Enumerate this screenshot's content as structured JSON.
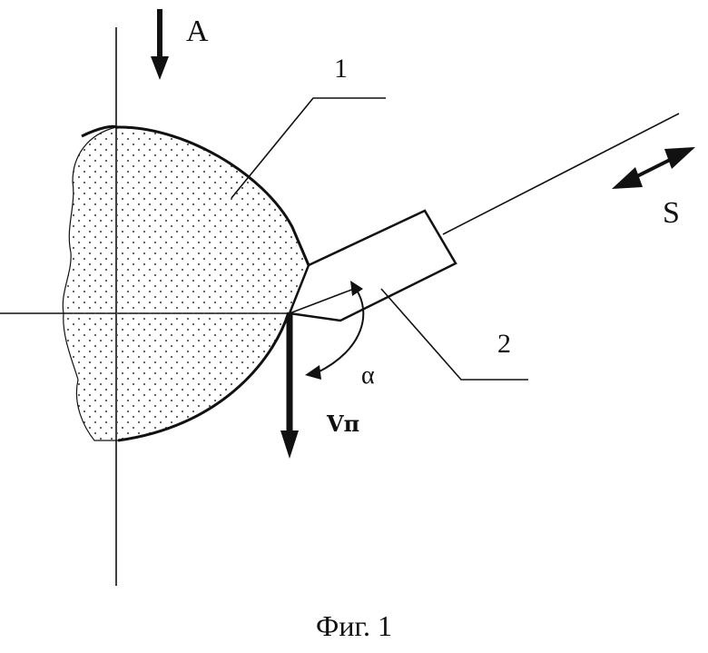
{
  "figure": {
    "caption": "Фиг. 1",
    "labels": {
      "view_arrow": "A",
      "feed_direction": "S",
      "workpiece_number": "1",
      "tool_number": "2",
      "angle": "α",
      "velocity": "Vп"
    },
    "colors": {
      "line": "#111111",
      "fill_dots": "#555555",
      "background": "#ffffff"
    }
  }
}
